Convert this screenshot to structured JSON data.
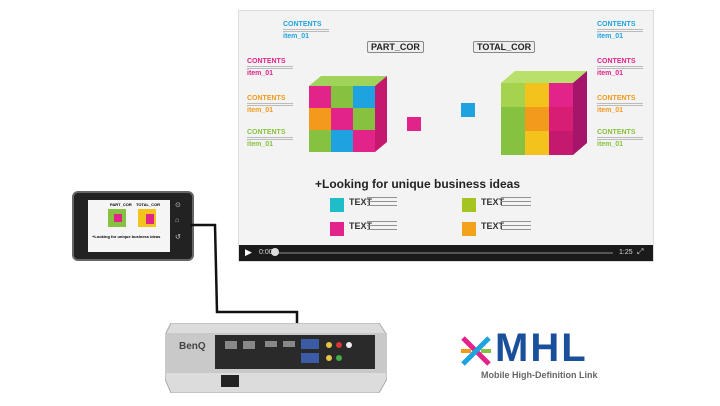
{
  "screen": {
    "left_items": [
      {
        "contents": "CONTENTS",
        "item": "item_01",
        "color": "#e2238a"
      },
      {
        "contents": "CONTENTS",
        "item": "item_01",
        "color": "#f39a1c"
      },
      {
        "contents": "CONTENTS",
        "item": "item_01",
        "color": "#86c23f"
      }
    ],
    "top_left_item": {
      "contents": "CONTENTS",
      "item": "item_01",
      "color": "#1fa3e0"
    },
    "right_items": [
      {
        "contents": "CONTENTS",
        "item": "item_01",
        "color": "#1fa3e0"
      },
      {
        "contents": "CONTENTS",
        "item": "item_01",
        "color": "#e2238a"
      },
      {
        "contents": "CONTENTS",
        "item": "item_01",
        "color": "#f39a1c"
      },
      {
        "contents": "CONTENTS",
        "item": "item_01",
        "color": "#86c23f"
      }
    ],
    "part_label": "PART_COR",
    "total_label": "TOTAL_COR",
    "headline": "+Looking for unique business ideas",
    "text_items": [
      "TEXT",
      "TEXT",
      "TEXT",
      "TEXT"
    ],
    "video": {
      "time_start": "0:00",
      "time_end": "1:25"
    }
  },
  "phone": {
    "headline": "+Looking for unique business ideas",
    "part_label": "PART_COR",
    "total_label": "TOTAL_COR"
  },
  "projector": {
    "brand": "BenQ"
  },
  "logo": {
    "name": "MHL",
    "subtitle": "Mobile High-Definition Link"
  }
}
